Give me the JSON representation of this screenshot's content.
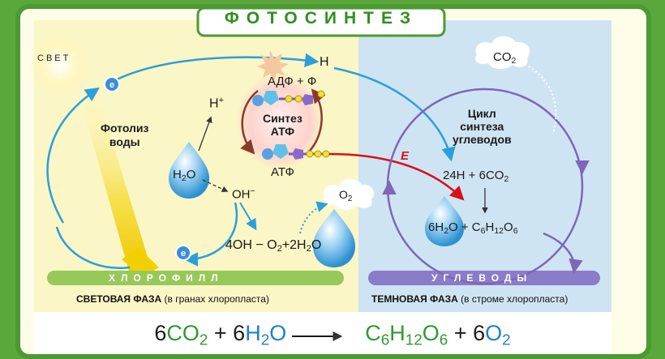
{
  "title": "ФОТОСИНТЕЗ",
  "labels": {
    "light": "СВЕТ",
    "photolysis_1": "Фотолиз",
    "photolysis_2": "воды",
    "h_plus_base": "H",
    "h_plus_sup": "+",
    "h": "H",
    "adp_p": "АДФ + Ф",
    "atp_synth_1": "Синтез",
    "atp_synth_2": "АТФ",
    "atp": "АТФ",
    "h2o_h": "H",
    "h2o_sub": "2",
    "h2o_o": "O",
    "oh_base": "OH",
    "oh_sup": "−",
    "o2_base": "O",
    "o2_sub": "2",
    "reaction_part1": "4OH − O",
    "reaction_o2_sub": "2",
    "reaction_part2": "+2H",
    "reaction_h2o_sub": "2",
    "reaction_part3": "O",
    "co2_base": "CO",
    "co2_sub": "2",
    "cycle_1": "Цикл",
    "cycle_2": "синтеза",
    "cycle_3": "углеводов",
    "energy": "E",
    "dark_reactants_1": "24H + 6CO",
    "dark_reactants_sub": "2",
    "prod_6": "6",
    "prod_h": "H",
    "prod_h_sub": "2",
    "prod_o_c": "O + C",
    "prod_c_sub": "6",
    "prod_h2": "H",
    "prod_h2_sub": "12",
    "prod_o": "O",
    "prod_o_sub": "6"
  },
  "bars": {
    "chlorophyll": "ХЛОРОФИЛЛ",
    "carbohydrates": "УГЛЕВОДЫ"
  },
  "captions": {
    "light_bold": "СВЕТОВАЯ ФАЗА",
    "light_note": "(в гранах хлоропласта)",
    "dark_bold": "ТЕМНОВАЯ ФАЗА",
    "dark_note": "(в строме хлоропласта)"
  },
  "equation": {
    "c1": "6",
    "co2_c": "CO",
    "co2_sub": "2",
    "plus1": " + ",
    "c2": "6",
    "h2o_h": "H",
    "h2o_sub": "2",
    "h2o_o": "O",
    "glu_c": "C",
    "glu_c_sub": "6",
    "glu_h": "H",
    "glu_h_sub": "12",
    "glu_o": "O",
    "glu_o_sub": "6",
    "plus2": " + ",
    "c3": "6",
    "o2_o": "O",
    "o2_sub": "2"
  },
  "colors": {
    "frame_green": "#4c9a32",
    "light_panel": "#fbf6c6",
    "dark_panel": "#cfe4f3",
    "electron_blue": "#2b9fdc",
    "cycle_purple": "#7e66b8",
    "energy_red": "#d8101a",
    "chlorophyll_bar": "#97c95a",
    "carbohydrates_bar": "#8a7cc8"
  }
}
